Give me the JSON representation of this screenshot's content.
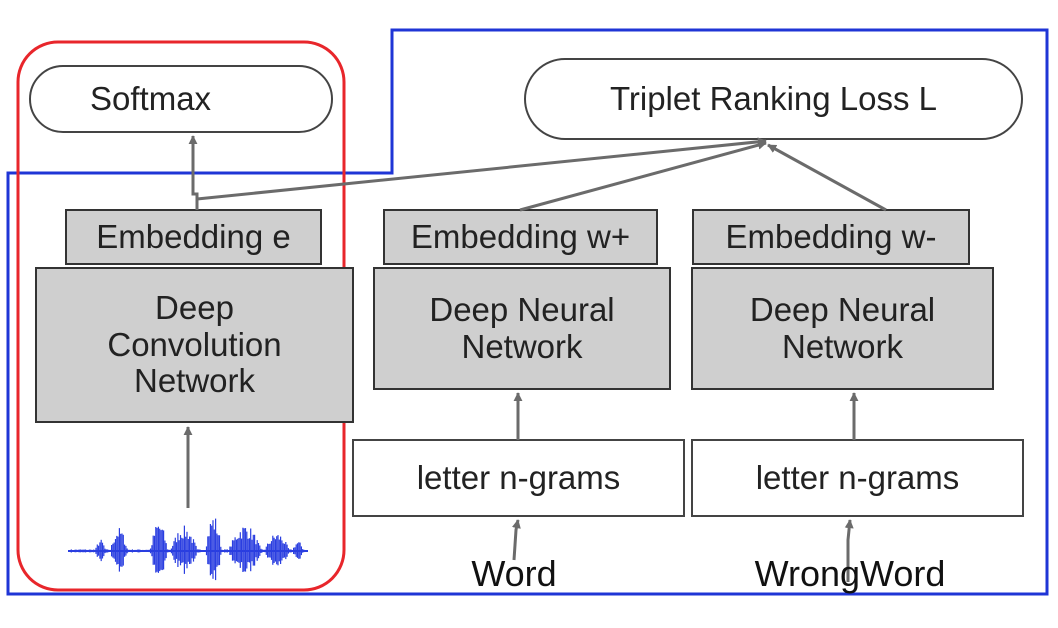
{
  "diagram": {
    "softmax_label": "Softmax",
    "triplet_loss_label": "Triplet Ranking Loss L",
    "columns": [
      {
        "embedding_label": "Embedding e",
        "network_label": "Deep\nConvolution\nNetwork",
        "input_icon": "audio-waveform-icon"
      },
      {
        "embedding_label": "Embedding w+",
        "network_label": "Deep Neural\nNetwork",
        "feature_label": "letter n-grams",
        "input_label": "Word"
      },
      {
        "embedding_label": "Embedding w-",
        "network_label": "Deep Neural\nNetwork",
        "feature_label": "letter n-grams",
        "input_label": "WrongWord"
      }
    ],
    "colors": {
      "acoustic_outline": "#e8262b",
      "text_outline": "#1f35d6",
      "waveform": "#2a3ee0",
      "box_fill": "#cfcfcf",
      "arrow": "#6b6b6b"
    }
  }
}
